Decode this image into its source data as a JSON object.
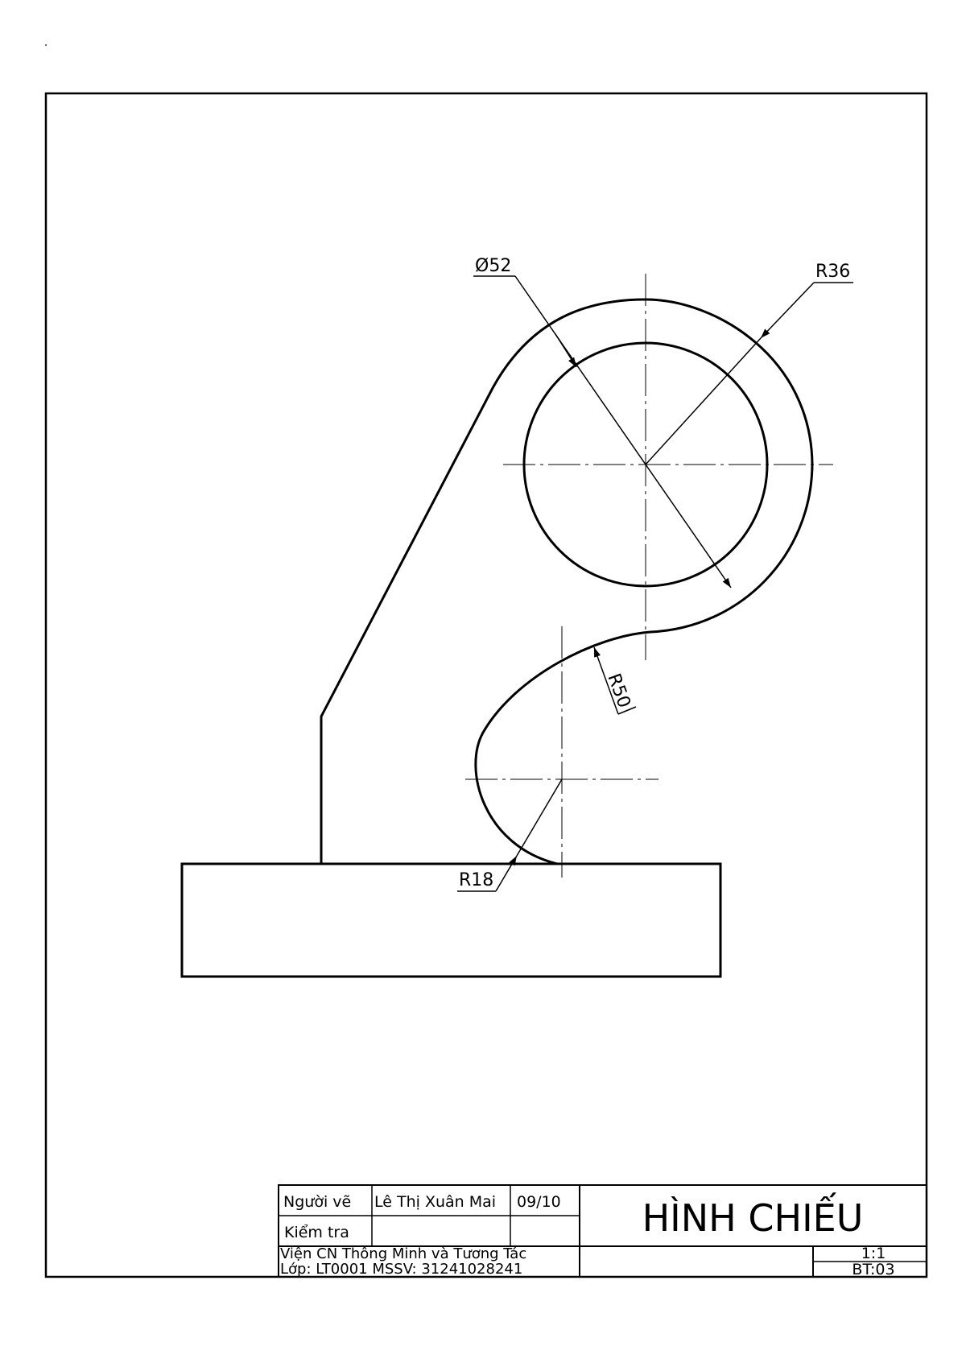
{
  "dimensions": {
    "hole_diameter": "Ø52",
    "outer_radius": "R36",
    "blend_radius": "R50",
    "inner_radius": "R18"
  },
  "title_block": {
    "drawn_by_label": "Người vẽ",
    "drawn_by_name": "Lê Thị Xuân Mai",
    "drawn_date": "09/10",
    "checked_label": "Kiểm tra",
    "institute": "Viện CN Thông Minh và Tương Tác",
    "class_line": "Lớp: LT0001   MSSV: 31241028241",
    "title": "HÌNH CHIẾU",
    "scale": "1:1",
    "sheet_code": "BT:03"
  }
}
